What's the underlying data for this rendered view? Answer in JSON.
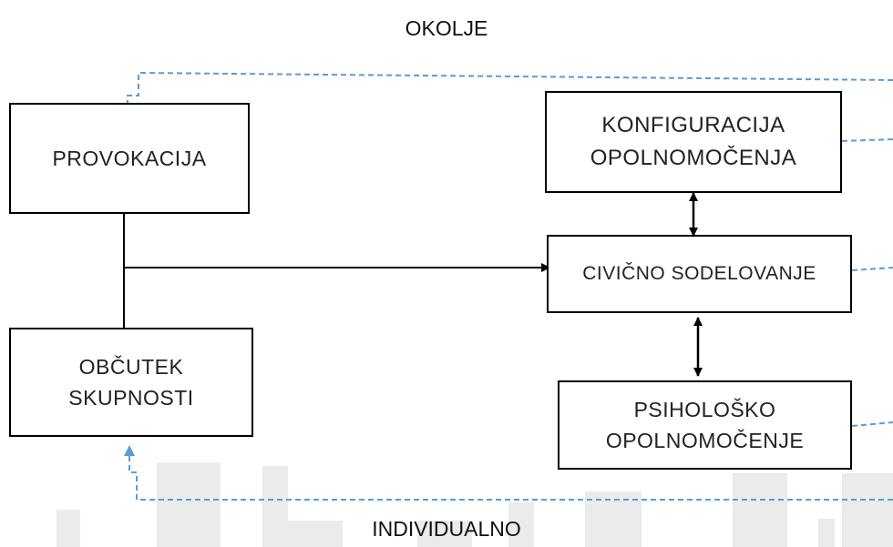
{
  "diagram": {
    "top_label": "OKOLJE",
    "bottom_label": "INDIVIDUALNO",
    "boxes": {
      "provokacija": {
        "lines": [
          "PROVOKACIJA"
        ]
      },
      "obcutek": {
        "lines": [
          "OBČUTEK",
          "SKUPNOSTI"
        ]
      },
      "konfiguracija": {
        "lines": [
          "KONFIGURACIJA",
          "OPOLNOMOČENJA"
        ]
      },
      "civicno": {
        "lines": [
          "CIVIČNO SODELOVANJE"
        ]
      },
      "psiholosko": {
        "lines": [
          "PSIHOLOŠKO",
          "OPOLNOMOČENJE"
        ]
      }
    },
    "colors": {
      "box_border": "#000000",
      "dashed_line": "#5b9bd5",
      "solid_line": "#000000",
      "background_bars": "#ebebeb"
    }
  }
}
